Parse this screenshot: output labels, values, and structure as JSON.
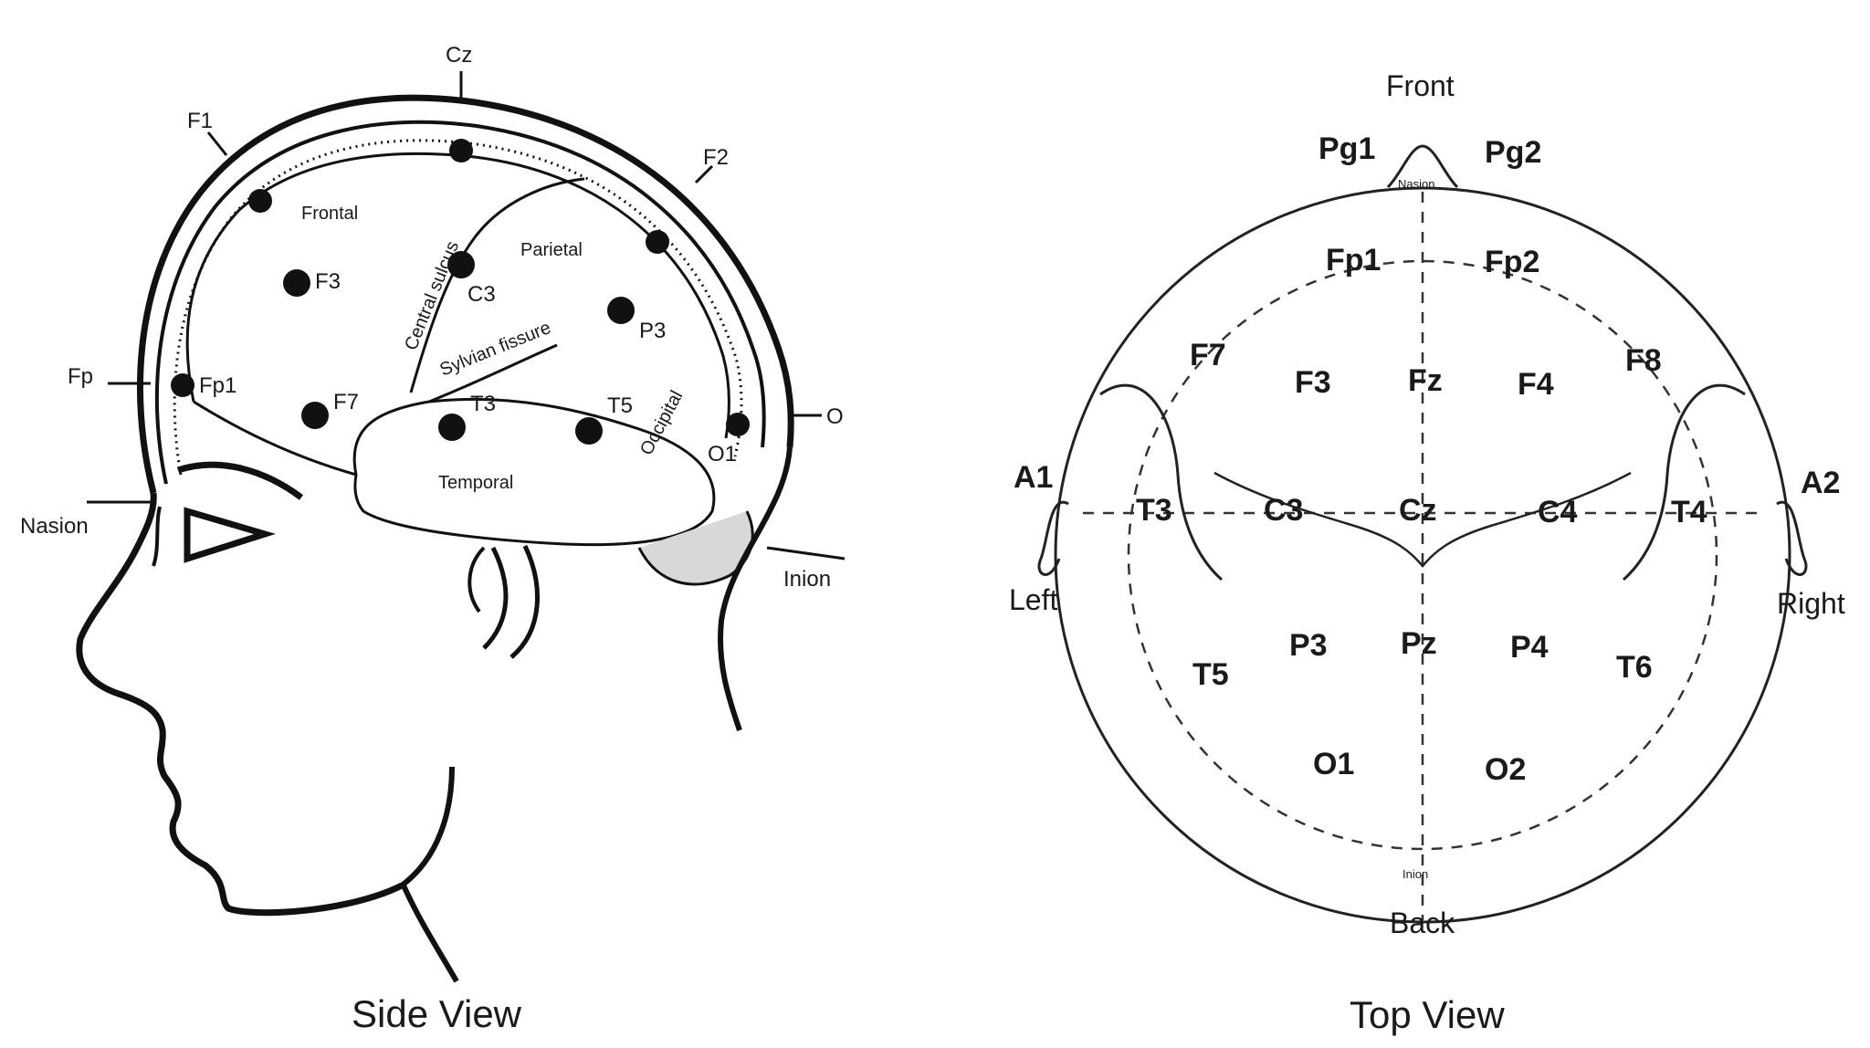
{
  "side_view": {
    "caption": "Side View",
    "electrodes": {
      "cz": "Cz",
      "f1": "F1",
      "f2": "F2",
      "fp": "Fp",
      "o": "O",
      "f3": "F3",
      "fp1": "Fp1",
      "f7": "F7",
      "c3": "C3",
      "p3": "P3",
      "t3": "T3",
      "t5": "T5",
      "o1": "O1"
    },
    "landmarks": {
      "nasion": "Nasion",
      "inion": "Inion"
    },
    "regions": {
      "frontal": "Frontal",
      "parietal": "Parietal",
      "temporal": "Temporal",
      "occipital": "Occipital",
      "central_sulcus": "Central sulcus",
      "sylvian_fissure": "Sylvian fissure"
    }
  },
  "top_view": {
    "caption": "Top View",
    "directions": {
      "front": "Front",
      "back": "Back",
      "left": "Left",
      "right": "Right"
    },
    "landmarks": {
      "nasion": "Nasion",
      "inion": "Inion"
    },
    "electrodes": {
      "pg1": "Pg1",
      "pg2": "Pg2",
      "fp1": "Fp1",
      "fp2": "Fp2",
      "f7": "F7",
      "f3": "F3",
      "fz": "Fz",
      "f4": "F4",
      "f8": "F8",
      "a1": "A1",
      "t3": "T3",
      "c3": "C3",
      "cz": "Cz",
      "c4": "C4",
      "t4": "T4",
      "a2": "A2",
      "t5": "T5",
      "p3": "P3",
      "pz": "Pz",
      "p4": "P4",
      "t6": "T6",
      "o1": "O1",
      "o2": "O2"
    }
  }
}
